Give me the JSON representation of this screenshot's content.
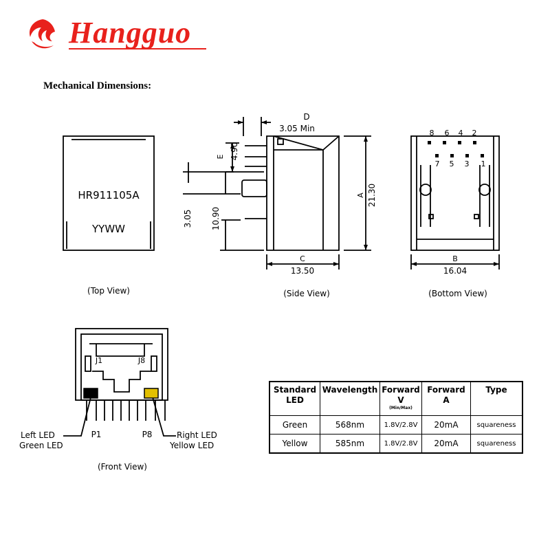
{
  "brand": {
    "name": "Hangguo",
    "logo_icon": "hangguo-swirl-logo-icon",
    "color": "#e8211c"
  },
  "heading": "Mechanical Dimensions:",
  "top_view": {
    "part_number": "HR911105A",
    "date_code": "YYWW",
    "caption": "(Top View)"
  },
  "side_view": {
    "caption": "(Side View)",
    "dim_d_label": "D",
    "dim_d_value": "3.05 Min",
    "dim_e_label": "E",
    "dim_e_value": "4.90",
    "dim_a_label": "A",
    "dim_a_value": "21.30",
    "dim_c_label": "C",
    "dim_c_value": "13.50",
    "dim_left_1": "3.05",
    "dim_left_2": "10.90"
  },
  "bottom_view": {
    "caption": "(Bottom View)",
    "pins_top": [
      "8",
      "6",
      "4",
      "2"
    ],
    "pins_bottom": [
      "7",
      "5",
      "3",
      "1"
    ],
    "dim_b_label": "B",
    "dim_b_value": "16.04"
  },
  "front_view": {
    "caption": "(Front View)",
    "j1": "J1",
    "j8": "J8",
    "p1": "P1",
    "p8": "P8",
    "left_led": "Left LED",
    "green_led": "Green LED",
    "right_led": "Right LED",
    "yellow_led": "Yellow LED",
    "left_led_color": "#000000",
    "right_led_color": "#e3c000"
  },
  "led_table": {
    "headers": [
      {
        "l1": "Standard",
        "l2": "LED",
        "l3": ""
      },
      {
        "l1": "Wavelength",
        "l2": "",
        "l3": ""
      },
      {
        "l1": "Forward",
        "l2": "V",
        "l3": "(Min/Max)"
      },
      {
        "l1": "Forward",
        "l2": "A",
        "l3": ""
      },
      {
        "l1": "Type",
        "l2": "",
        "l3": ""
      }
    ],
    "rows": [
      [
        "Green",
        "568nm",
        "1.8V/2.8V",
        "20mA",
        "squareness"
      ],
      [
        "Yellow",
        "585nm",
        "1.8V/2.8V",
        "20mA",
        "squareness"
      ]
    ]
  }
}
